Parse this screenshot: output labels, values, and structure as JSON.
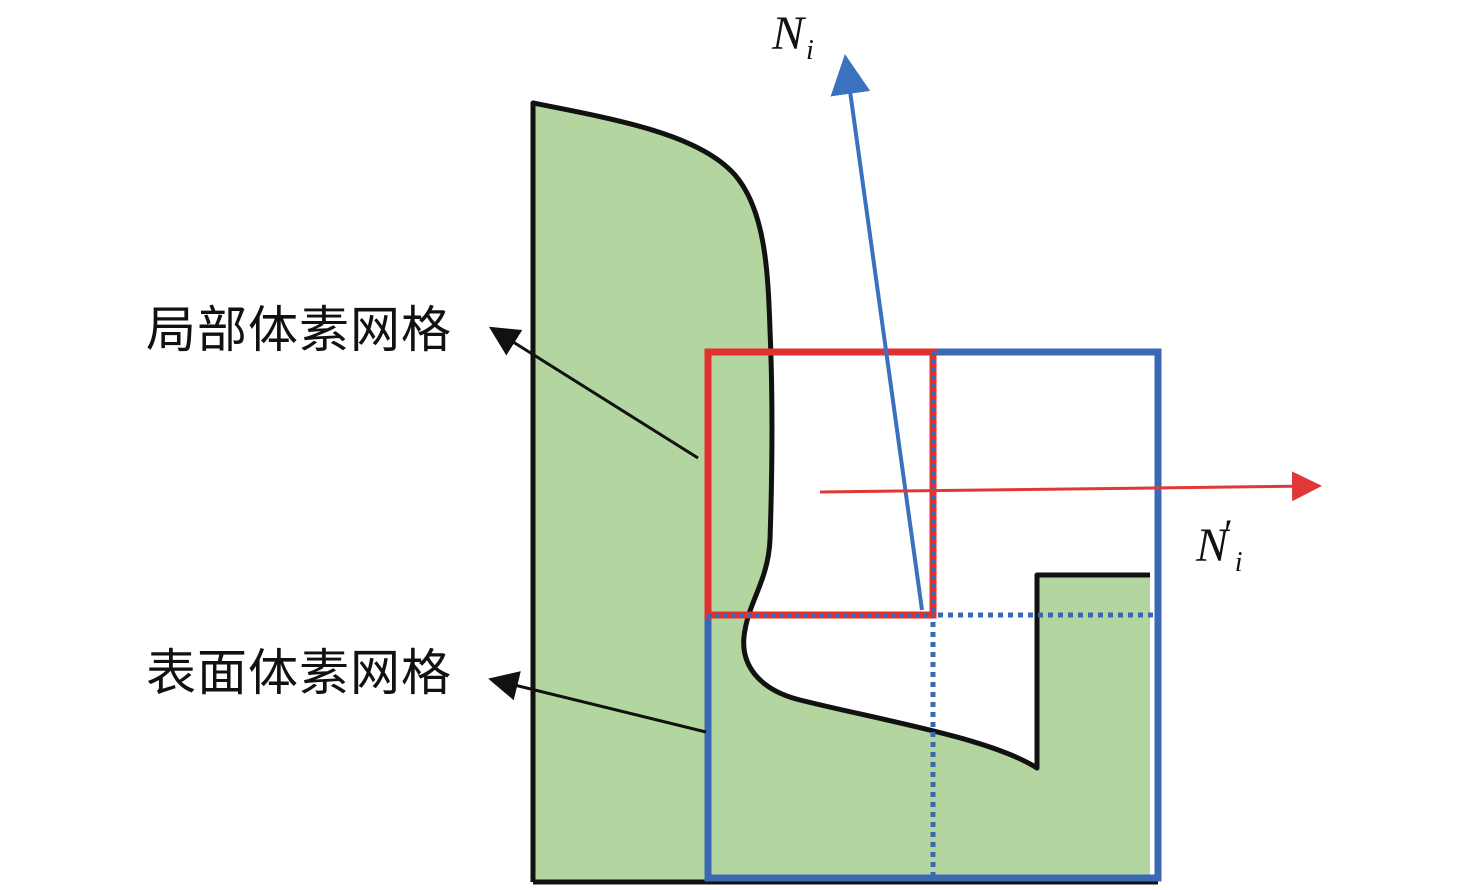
{
  "labels": {
    "local_voxel_grid": "局部体素网格",
    "surface_voxel_grid": "表面体素网格"
  },
  "vectors": {
    "normal": {
      "symbol": "N",
      "subscript": "i",
      "prime": ""
    },
    "rotated_normal": {
      "symbol": "N",
      "subscript": "i",
      "prime": "′"
    }
  },
  "colors": {
    "shape_fill": "#b3d6a0",
    "outline": "#111111",
    "local_grid": "#e03030",
    "surface_grid": "#3a68b4",
    "normal_arrow": "#3a72c0",
    "rotated_arrow": "#e03838"
  }
}
